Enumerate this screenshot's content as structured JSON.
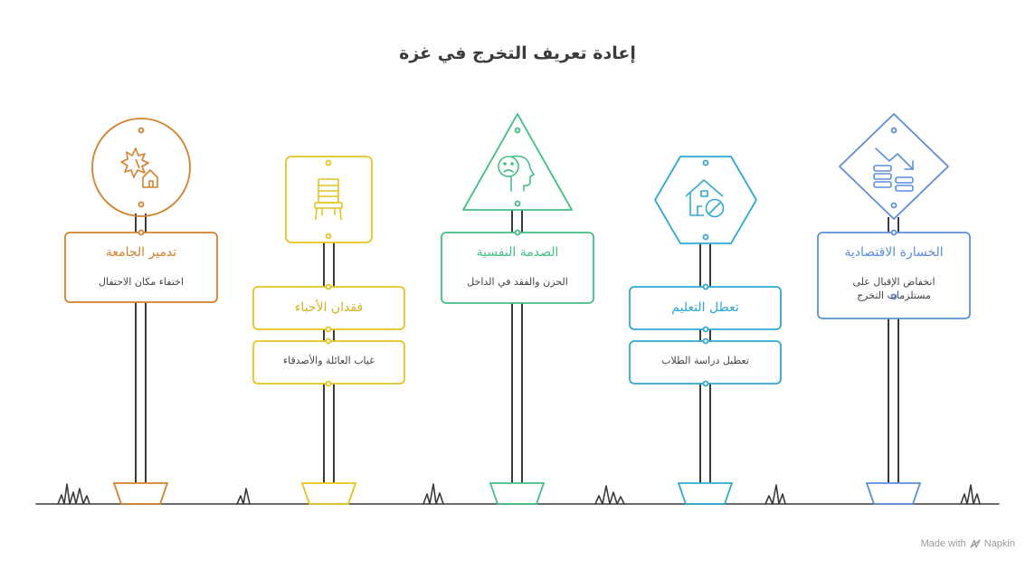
{
  "title": "إعادة تعريف التخرج في غزة",
  "colors": {
    "orange": "#D4812E",
    "yellow": "#E3C422",
    "green": "#43BF84",
    "cyan": "#2FA9D1",
    "blue": "#5B8FDB",
    "ground": "#3a3a3a"
  },
  "signs": [
    {
      "heading": "تدمير الجامعة",
      "description": "اختفاء مكان الاحتفال",
      "icon": "explosion-building-icon",
      "color": "#D4812E"
    },
    {
      "heading": "فقدان الأحباء",
      "description": "غياب العائلة والأصدقاء",
      "icon": "empty-chair-icon",
      "color": "#E3C422"
    },
    {
      "heading": "الصدمة النفسية",
      "description": "الحزن والفقد في الداخل",
      "icon": "sad-head-icon",
      "color": "#43BF84"
    },
    {
      "heading": "تعطل التعليم",
      "description": "تعطيل دراسة الطلاب",
      "icon": "house-blocked-icon",
      "color": "#2FA9D1"
    },
    {
      "heading": "الخسارة الاقتصادية",
      "description": "انخفاض الإقبال على مستلزمات التخرج",
      "icon": "money-decline-icon",
      "color": "#5B8FDB"
    }
  ],
  "watermark": {
    "prefix": "Made with",
    "brand": "Napkin"
  }
}
